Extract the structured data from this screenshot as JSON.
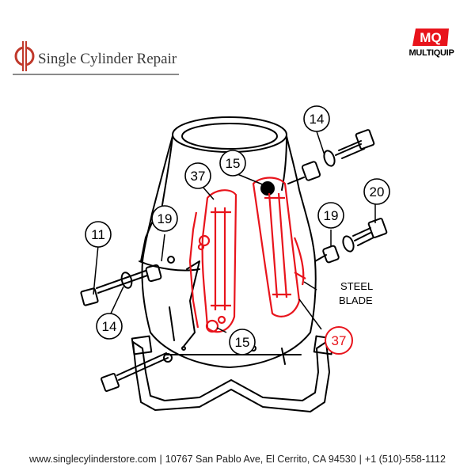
{
  "header": {
    "title": "Single Cylinder Repair"
  },
  "brand": {
    "logo_text": "MQ",
    "name": "MULTIQUIP"
  },
  "diagram": {
    "callouts": [
      {
        "id": "callout-14-top",
        "label": "14",
        "highlight": false
      },
      {
        "id": "callout-15-top",
        "label": "15",
        "highlight": false
      },
      {
        "id": "callout-37-left",
        "label": "37",
        "highlight": false
      },
      {
        "id": "callout-20",
        "label": "20",
        "highlight": false
      },
      {
        "id": "callout-19-left",
        "label": "19",
        "highlight": false
      },
      {
        "id": "callout-19-right",
        "label": "19",
        "highlight": false
      },
      {
        "id": "callout-11",
        "label": "11",
        "highlight": false
      },
      {
        "id": "callout-14-bottom",
        "label": "14",
        "highlight": false
      },
      {
        "id": "callout-15-bottom",
        "label": "15",
        "highlight": false
      },
      {
        "id": "callout-37-right",
        "label": "37",
        "highlight": true
      }
    ],
    "steel_blade_label_line1": "STEEL",
    "steel_blade_label_line2": "BLADE",
    "highlight_color": "#e8141c",
    "line_color": "#000000"
  },
  "footer": {
    "website": "www.singlecylinderstore.com",
    "address": "10767 San Pablo Ave, El Cerrito, CA 94530",
    "phone": "+1 (510)-558-1112"
  }
}
